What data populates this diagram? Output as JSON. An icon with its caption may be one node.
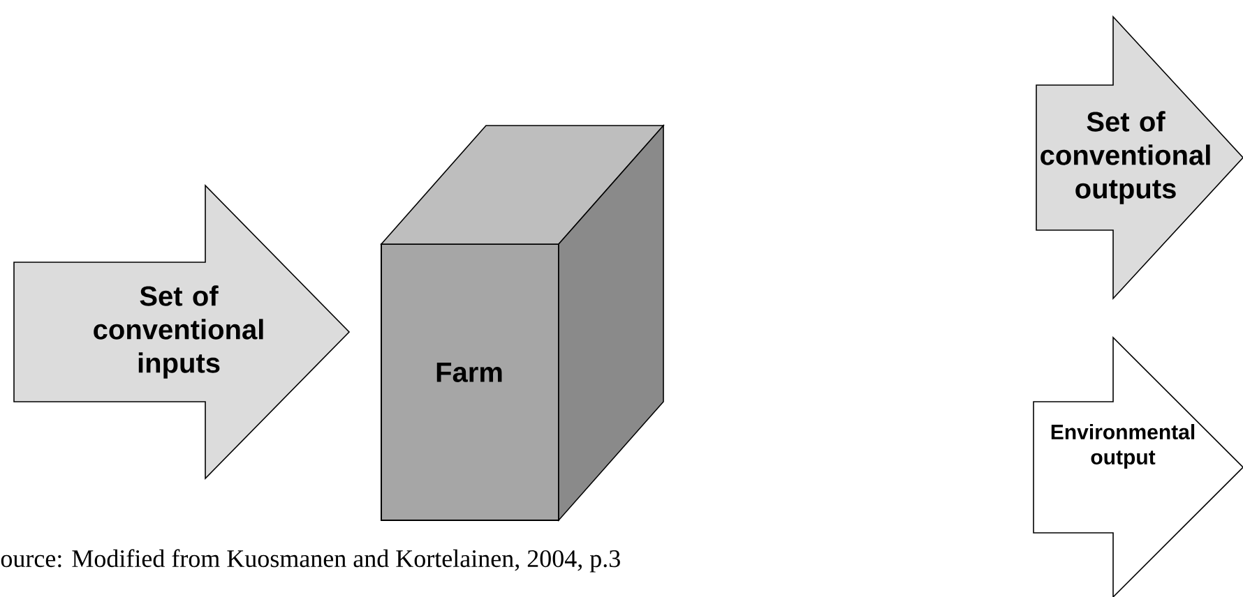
{
  "diagram": {
    "caption": "ource: Modified from Kuosmanen and Kortelainen, 2004, p.3",
    "nodes": [
      {
        "text": [
          "Set of conventional inputs"
        ]
      },
      {
        "text": [
          "Farm"
        ]
      },
      {
        "text": [
          "Set of conventional outputs"
        ]
      },
      {
        "text": [
          "Environmental output"
        ]
      }
    ]
  }
}
